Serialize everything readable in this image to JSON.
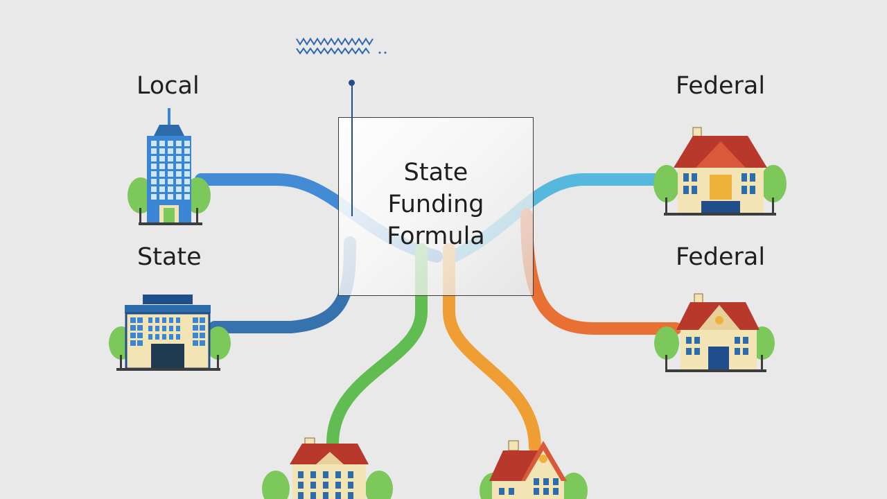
{
  "labels": {
    "local": "Local",
    "state": "State",
    "federal_top": "Federal",
    "federal_bottom": "Federal"
  },
  "center": {
    "title": "State\nFunding\nFormula"
  },
  "colors": {
    "background": "#e9e9e9",
    "flow_local": "#3b86d4",
    "flow_state": "#2d6cab",
    "flow_federal_top": "#4fb6dc",
    "flow_federal_bottom": "#ea6a2c",
    "flow_school_left": "#5aba4a",
    "flow_school_right": "#f09a2a",
    "tree": "#7dc85a",
    "roof": "#b8382b",
    "wall": "#f3e4b5"
  },
  "icons": [
    "office-tower-icon",
    "government-building-icon",
    "house-icon",
    "school-building-icon",
    "tree-icon",
    "squiggle-mark-icon"
  ]
}
